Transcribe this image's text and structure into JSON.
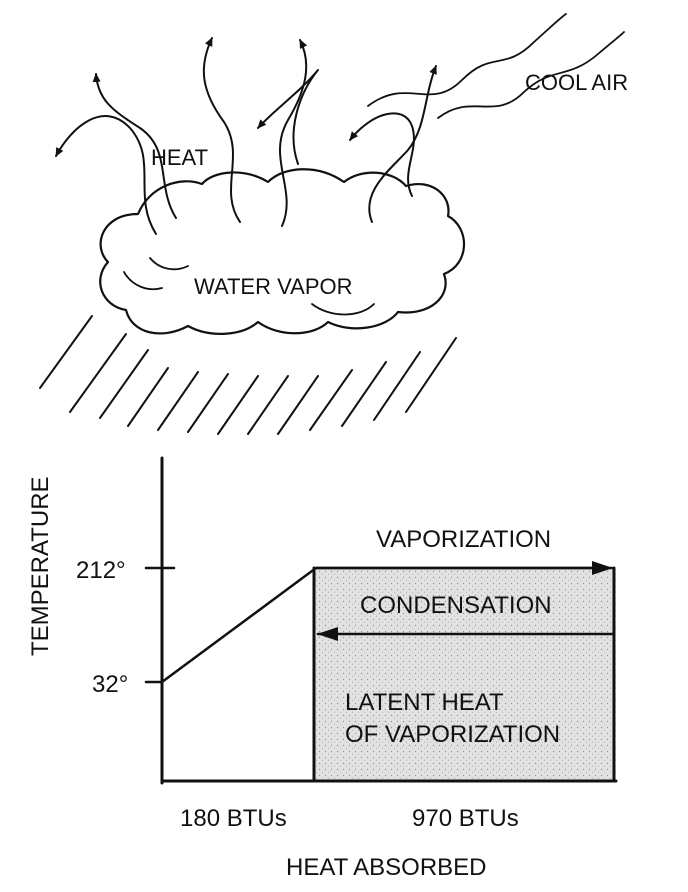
{
  "illustration": {
    "cool_air_label": "COOL AIR",
    "heat_label": "HEAT",
    "vapor_label": "WATER VAPOR"
  },
  "graph": {
    "y_axis_label": "TEMPERATURE",
    "x_axis_label": "HEAT ABSORBED",
    "tick_212": "212°",
    "tick_32": "32°",
    "segment_1_label": "180 BTUs",
    "segment_2_label": "970 BTUs",
    "vaporization_label": "VAPORIZATION",
    "condensation_label": "CONDENSATION",
    "latent_line_1": "LATENT HEAT",
    "latent_line_2": "OF VAPORIZATION"
  },
  "colors": {
    "ink": "#111111",
    "shade": "#e4e4e4"
  }
}
